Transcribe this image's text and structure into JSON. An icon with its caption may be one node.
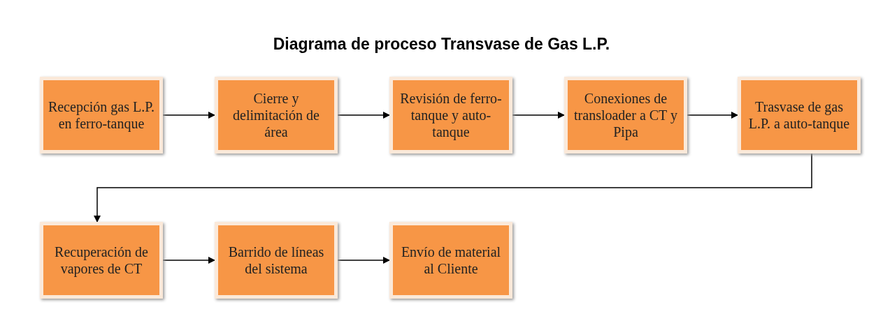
{
  "diagram": {
    "title": "Diagrama de proceso Transvase de Gas L.P.",
    "nodes": [
      {
        "text": [
          "Recepción gas L.P. en ferro-tanque"
        ]
      },
      {
        "text": [
          "Cierre y delimitación de área"
        ]
      },
      {
        "text": [
          "Revisión de ferro-tanque y auto-tanque"
        ]
      },
      {
        "text": [
          "Conexiones de transloader a CT y Pipa"
        ]
      },
      {
        "text": [
          "Trasvase de gas L.P. a auto-tanque"
        ]
      },
      {
        "text": [
          "Recuperación de vapores de CT"
        ]
      },
      {
        "text": [
          "Barrido de líneas del sistema"
        ]
      },
      {
        "text": [
          "Envío de material al Cliente"
        ]
      }
    ],
    "edges": [
      {
        "from": 0,
        "to": 1,
        "arrow": "to"
      },
      {
        "from": 1,
        "to": 2,
        "arrow": "to"
      },
      {
        "from": 2,
        "to": 3,
        "arrow": "to"
      },
      {
        "from": 3,
        "to": 4,
        "arrow": "to"
      },
      {
        "from": 4,
        "to": 5,
        "arrow": "to"
      },
      {
        "from": 5,
        "to": 6,
        "arrow": "to"
      },
      {
        "from": 6,
        "to": 7,
        "arrow": "to"
      }
    ]
  }
}
